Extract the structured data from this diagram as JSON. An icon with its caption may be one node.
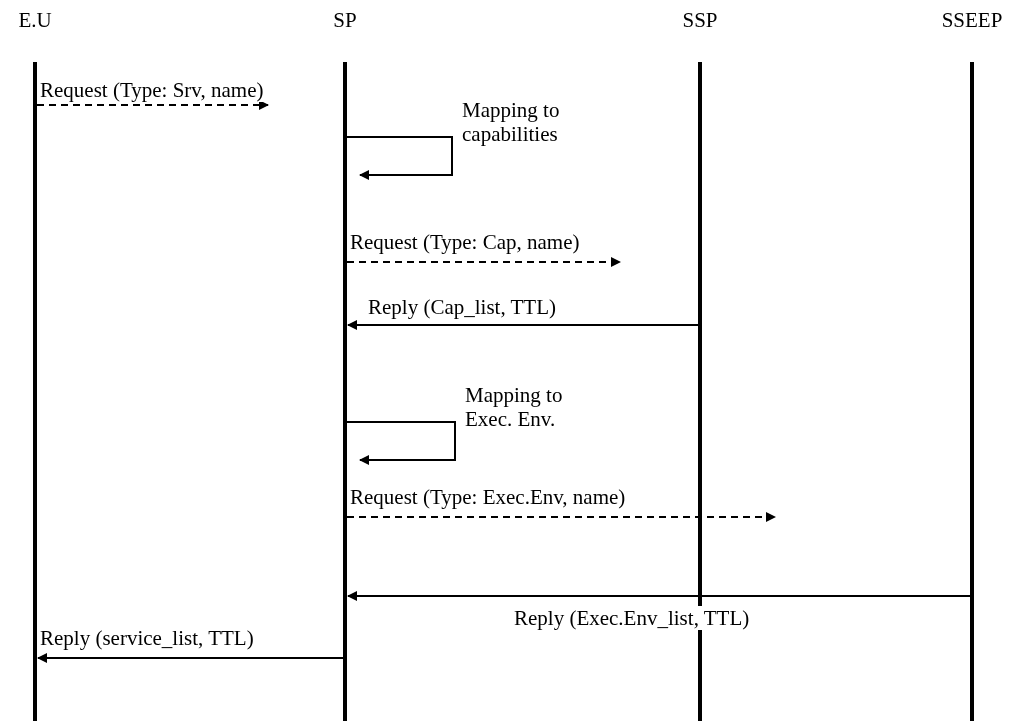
{
  "diagram": {
    "nodes": [
      {
        "text": [
          "E.U"
        ]
      },
      {
        "text": [
          "SP"
        ]
      },
      {
        "text": [
          "SSP"
        ]
      },
      {
        "text": [
          "SSEEP"
        ]
      }
    ],
    "edges": [
      {
        "from": 0,
        "to": null,
        "arrow": "to",
        "style": "dashed",
        "label": "Request (Type: Srv, name)"
      },
      {
        "from": 1,
        "to": 1,
        "arrow": "to",
        "label": "Mapping to capabilities"
      },
      {
        "from": 1,
        "to": null,
        "arrow": "to",
        "style": "dashed",
        "label": "Request (Type: Cap, name)"
      },
      {
        "from": 2,
        "to": 1,
        "arrow": "to",
        "label": "Reply (Cap_list, TTL)"
      },
      {
        "from": 1,
        "to": 1,
        "arrow": "to",
        "label": "Mapping to Exec. Env."
      },
      {
        "from": 1,
        "to": null,
        "arrow": "to",
        "style": "dashed",
        "label": "Request (Type: Exec.Env, name)"
      },
      {
        "from": 3,
        "to": 1,
        "arrow": "to",
        "label": "Reply (Exec.Env_list, TTL)"
      },
      {
        "from": 1,
        "to": 0,
        "arrow": "to",
        "label": "Reply (service_list, TTL)"
      }
    ]
  }
}
